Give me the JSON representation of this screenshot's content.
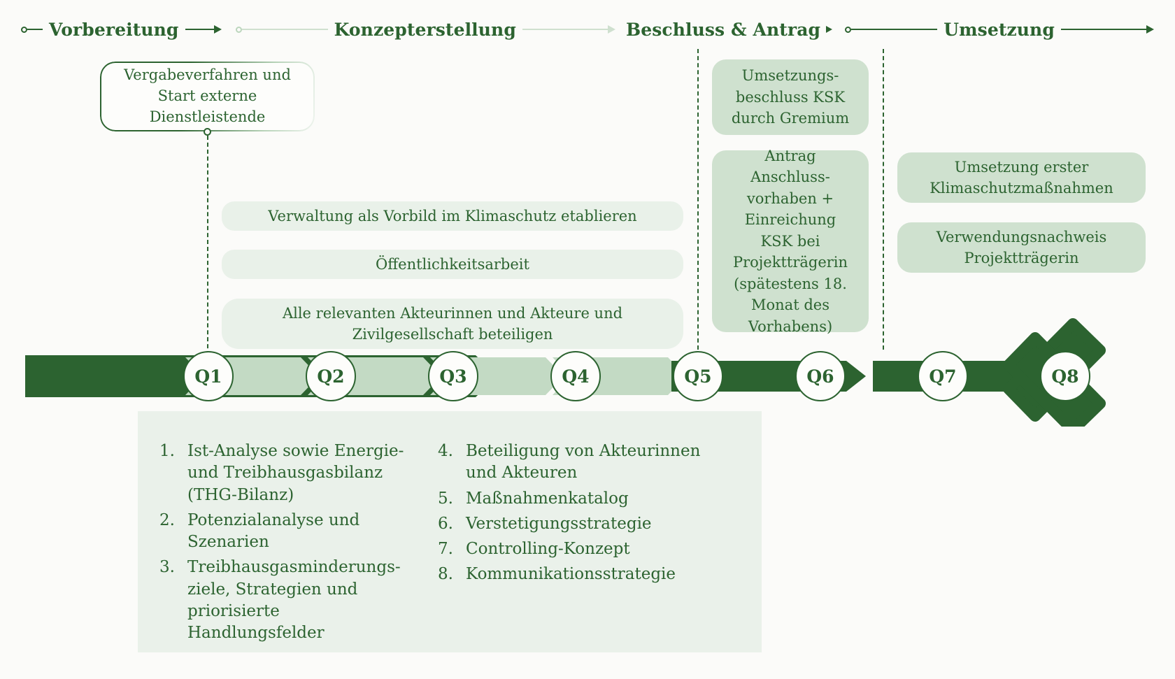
{
  "colors": {
    "dark_green": "#2c6330",
    "mid_green": "#cfe1cf",
    "light_green": "#e9f1e9",
    "panel_green": "#eaf1ea",
    "background": "#fbfbf9"
  },
  "header": {
    "phases": [
      {
        "label": "Vorbereitung",
        "active": true
      },
      {
        "label": "Konzepterstellung",
        "active": false
      },
      {
        "label": "Beschluss & Antrag",
        "active": false
      },
      {
        "label": "Umsetzung",
        "active": true
      }
    ]
  },
  "callout": {
    "text_lines": [
      "Vergabeverfahren",
      "und Start externe",
      "Dienstleistende"
    ],
    "text": "Vergabeverfahren und Start externe Dienstleistende"
  },
  "concept_pills": [
    {
      "text": "Verwaltung als Vorbild im Klimaschutz etablieren"
    },
    {
      "text": "Öffentlichkeitsarbeit"
    },
    {
      "text": "Alle relevanten Akteurinnen und Akteure und Zivilgesellschaft beteiligen"
    }
  ],
  "decision_pills": [
    {
      "text": "Umsetzungs- beschluss KSK durch Gremium"
    },
    {
      "text": "Antrag Anschluss- vorhaben + Einreichung KSK bei Projektträgerin (spätestens 18. Monat des Vorhabens)"
    }
  ],
  "implementation_pills": [
    {
      "text": "Umsetzung erster Klimaschutzmaßnahmen"
    },
    {
      "text": "Verwendungsnachweis Projektträgerin"
    }
  ],
  "timeline": {
    "quarters": [
      "Q1",
      "Q2",
      "Q3",
      "Q4",
      "Q5",
      "Q6",
      "Q7",
      "Q8"
    ],
    "segment_states": [
      "dark",
      "light",
      "light",
      "light",
      "light",
      "dark",
      "dark",
      "dark"
    ],
    "end_arrow": "chevron-arrow-right"
  },
  "tasks": {
    "column_left": [
      {
        "num": "1.",
        "text": "Ist-Analyse sowie Energie- und Treibhausgasbilanz (THG-Bilanz)"
      },
      {
        "num": "2.",
        "text": "Potenzialanalyse und Szenarien"
      },
      {
        "num": "3.",
        "text": "Treibhausgasminderungs-ziele, Strategien und priorisierte Handlungsfelder"
      }
    ],
    "column_right": [
      {
        "num": "4.",
        "text": "Beteiligung von Akteurinnen und Akteuren"
      },
      {
        "num": "5.",
        "text": "Maßnahmenkatalog"
      },
      {
        "num": "6.",
        "text": "Verstetigungsstrategie"
      },
      {
        "num": "7.",
        "text": "Controlling-Konzept"
      },
      {
        "num": "8.",
        "text": "Kommunikationsstrategie"
      }
    ]
  }
}
